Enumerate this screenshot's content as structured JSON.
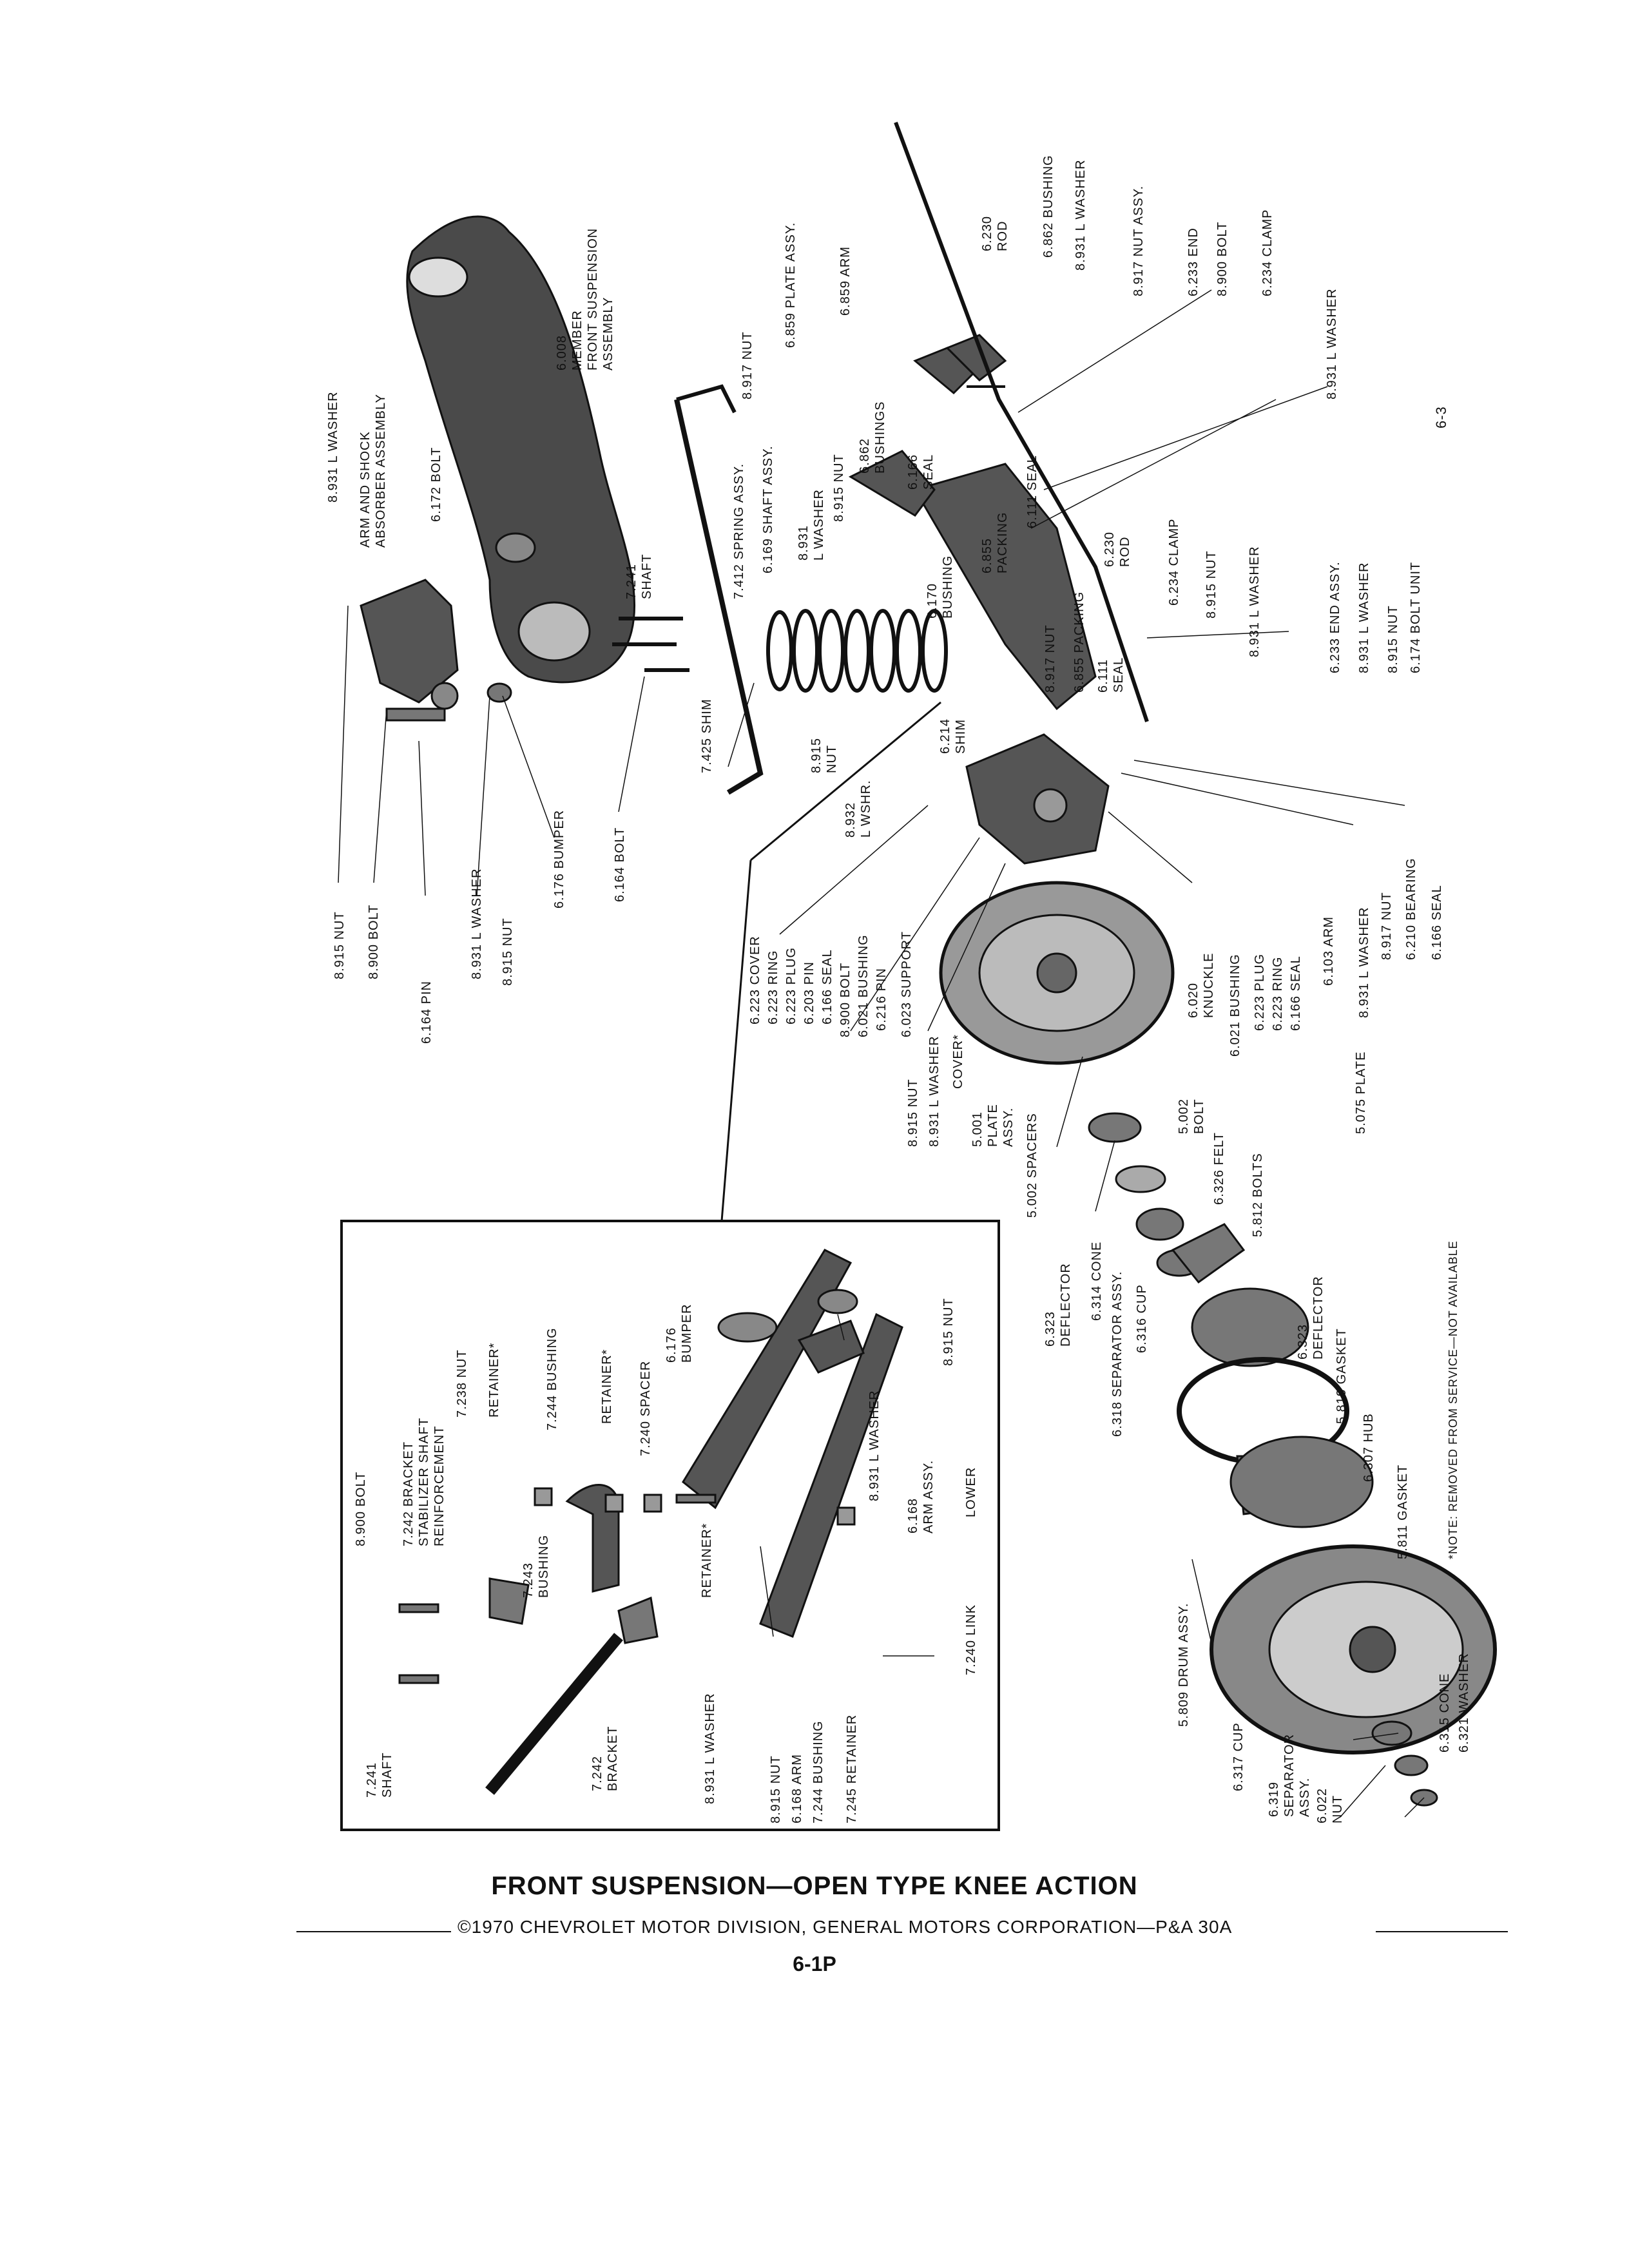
{
  "page_number_corner": "6-3",
  "title": "FRONT SUSPENSION—OPEN TYPE KNEE ACTION",
  "copyright": "©1970 CHEVROLET MOTOR DIVISION, GENERAL MOTORS CORPORATION—P&A 30A",
  "page_number": "6-1P",
  "note": "*NOTE: REMOVED FROM SERVICE—NOT AVAILABLE",
  "callouts": {
    "c1": "8.931 L WASHER",
    "c2": "ARM AND SHOCK\nABSORBER ASSEMBLY",
    "c3": "6.172 BOLT",
    "c4": "6.008\nMEMBER\nFRONT SUSPENSION\nASSEMBLY",
    "c5": "7.241\nSHAFT",
    "c6": "8.915 NUT",
    "c7": "8.900 BOLT",
    "c8": "6.164 PIN",
    "c9": "8.931 L WASHER",
    "c10": "8.915 NUT",
    "c11": "6.176 BUMPER",
    "c12": "6.164 BOLT",
    "c13": "7.425 SHIM",
    "c14": "7.412 SPRING ASSY.",
    "c15": "6.169 SHAFT ASSY.",
    "c16": "8.931\nL WASHER",
    "c17": "8.915 NUT",
    "c18": "8.917 NUT",
    "c19": "6.859 PLATE ASSY.",
    "c20": "6.859 ARM",
    "c21": "6.862\nBUSHINGS",
    "c22": "6.166\nSEAL",
    "c23": "6.170\nBUSHING",
    "c24": "6.855\nPACKING",
    "c25": "6.111 SEAL",
    "c26": "6.230\nROD",
    "c27": "6.862 BUSHING",
    "c28": "8.931 L WASHER",
    "c29": "8.917 NUT ASSY.",
    "c30": "6.233 END",
    "c31": "8.900 BOLT",
    "c32": "6.234 CLAMP",
    "c33": "8.931 L WASHER",
    "c34": "6.230\nROD",
    "c35": "6.234 CLAMP",
    "c36": "8.915 NUT",
    "c37": "8.931 L WASHER",
    "c38": "6.233 END ASSY.",
    "c39": "8.931 L WASHER",
    "c40": "8.915 NUT",
    "c41": "6.174 BOLT UNIT",
    "c42": "8.917 NUT",
    "c43": "6.855 PACKING",
    "c44": "6.111\nSEAL",
    "c45": "8.915\nNUT",
    "c46": "6.214\nSHIM",
    "c47": "8.932\nL WSHR.",
    "c48": "6.223 COVER",
    "c49": "6.223 RING",
    "c50": "6.223 PLUG",
    "c51": "6.203 PIN",
    "c52": "6.166 SEAL",
    "c53": "8.900 BOLT",
    "c54": "6.021 BUSHING",
    "c55": "6.216 PIN",
    "c56": "6.023 SUPPORT",
    "c57": "8.915 NUT",
    "c58": "8.931 L WASHER",
    "c59": "COVER*",
    "c60": "5.001\nPLATE\nASSY.",
    "c61": "5.002 SPACERS",
    "c62": "5.002\nBOLT",
    "c63": "6.020\nKNUCKLE",
    "c64": "6.021 BUSHING",
    "c65": "6.223 PLUG",
    "c66": "6.223 RING",
    "c67": "6.166 SEAL",
    "c68": "6.103 ARM",
    "c69": "8.931 L WASHER",
    "c70": "8.917 NUT",
    "c71": "6.210 BEARING",
    "c72": "6.166 SEAL",
    "c73": "5.075 PLATE",
    "c74": "6.326 FELT",
    "c75": "5.812 BOLTS",
    "c76": "6.323\nDEFLECTOR",
    "c77": "6.314 CONE",
    "c78": "6.318 SEPARATOR ASSY.",
    "c79": "6.316 CUP",
    "c80": "6.323\nDEFLECTOR",
    "c81": "5.819 GASKET",
    "c82": "6.307 HUB",
    "c83": "5.811 GASKET",
    "c84": "5.809 DRUM ASSY.",
    "c85": "6.317 CUP",
    "c86": "6.319\nSEPARATOR\nASSY.",
    "c87": "6.022\nNUT",
    "c88": "6.315 CONE",
    "c89": "6.321 WASHER",
    "c90": "8.900 BOLT",
    "c91": "7.242 BRACKET\nSTABILIZER SHAFT\nREINFORCEMENT",
    "c92": "7.238 NUT",
    "c93": "RETAINER*",
    "c94": "7.244 BUSHING",
    "c95": "RETAINER*",
    "c96": "7.240 SPACER",
    "c97": "6.176\nBUMPER",
    "c98": "8.915 NUT",
    "c99": "7.243\nBUSHING",
    "c100": "RETAINER*",
    "c101": "8.931 L WASHER",
    "c102": "6.168\nARM ASSY.",
    "c103": "LOWER",
    "c104": "7.240 LINK",
    "c105": "7.241\nSHAFT",
    "c106": "7.242\nBRACKET",
    "c107": "8.931 L WASHER",
    "c108": "8.915 NUT",
    "c109": "6.168 ARM",
    "c110": "7.244 BUSHING",
    "c111": "7.245 RETAINER"
  }
}
